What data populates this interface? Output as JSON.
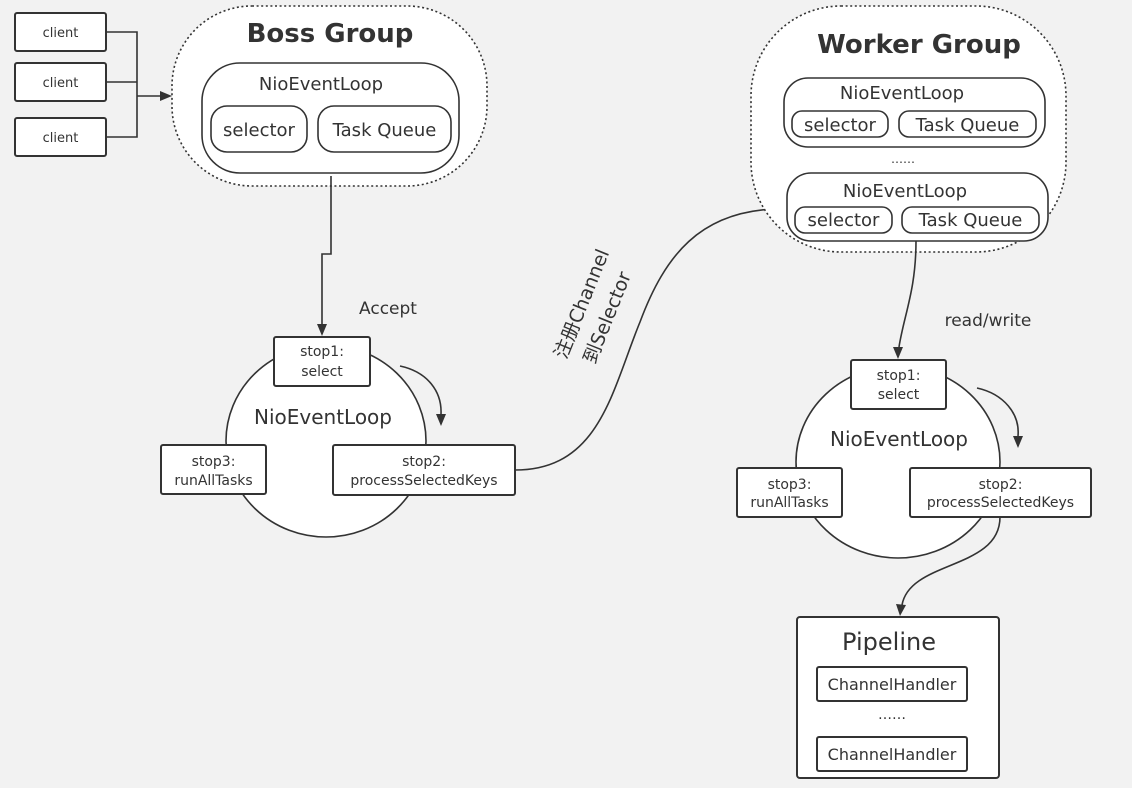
{
  "clients": [
    "client",
    "client",
    "client"
  ],
  "boss_group": {
    "title": "Boss Group",
    "event_loop": {
      "label": "NioEventLoop",
      "selector": "selector",
      "task_queue": "Task Queue"
    }
  },
  "worker_group": {
    "title": "Worker Group",
    "event_loops": [
      {
        "label": "NioEventLoop",
        "selector": "selector",
        "task_queue": "Task Queue"
      },
      {
        "label": "NioEventLoop",
        "selector": "selector",
        "task_queue": "Task Queue"
      }
    ],
    "ellipsis": "……"
  },
  "boss_loop": {
    "label": "NioEventLoop",
    "step1": [
      "stop1:",
      "select"
    ],
    "step2": [
      "stop2:",
      "processSelectedKeys"
    ],
    "step3": [
      "stop3:",
      "runAllTasks"
    ]
  },
  "worker_loop": {
    "label": "NioEventLoop",
    "step1": [
      "stop1:",
      "select"
    ],
    "step2": [
      "stop2:",
      "processSelectedKeys"
    ],
    "step3": [
      "stop3:",
      "runAllTasks"
    ]
  },
  "edges": {
    "accept": "Accept",
    "register": [
      "注册Channel",
      "到Selector"
    ],
    "read_write": "read/write"
  },
  "pipeline": {
    "title": "Pipeline",
    "handlers": [
      "ChannelHandler",
      "ChannelHandler"
    ],
    "ellipsis": "……"
  }
}
